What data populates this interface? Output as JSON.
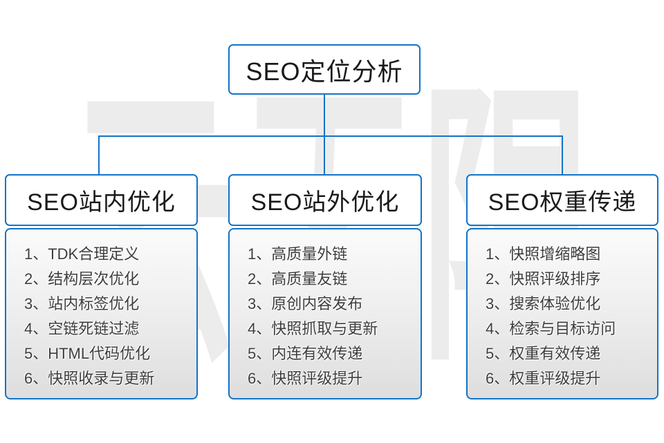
{
  "diagram": {
    "watermark": "云无限",
    "root": {
      "label": "SEO定位分析"
    },
    "columns": [
      {
        "title": "SEO站内优化",
        "items": [
          "1、TDK合理定义",
          "2、结构层次优化",
          "3、站内标签优化",
          "4、空链死链过滤",
          "5、HTML代码优化",
          "6、快照收录与更新"
        ]
      },
      {
        "title": "SEO站外优化",
        "items": [
          "1、高质量外链",
          "2、高质量友链",
          "3、原创内容发布",
          "4、快照抓取与更新",
          "5、内连有效传递",
          "6、快照评级提升"
        ]
      },
      {
        "title": "SEO权重传递",
        "items": [
          "1、快照增缩略图",
          "2、快照评级排序",
          "3、搜索体验优化",
          "4、检索与目标访问",
          "5、权重有效传递",
          "6、权重评级提升"
        ]
      }
    ],
    "colors": {
      "accent_blue": "#1273c7",
      "body_bg_top": "#fbfbfb",
      "body_bg_bottom": "#dedede",
      "item_text": "#3d3d3d",
      "watermark_gray": "#ececec"
    }
  }
}
